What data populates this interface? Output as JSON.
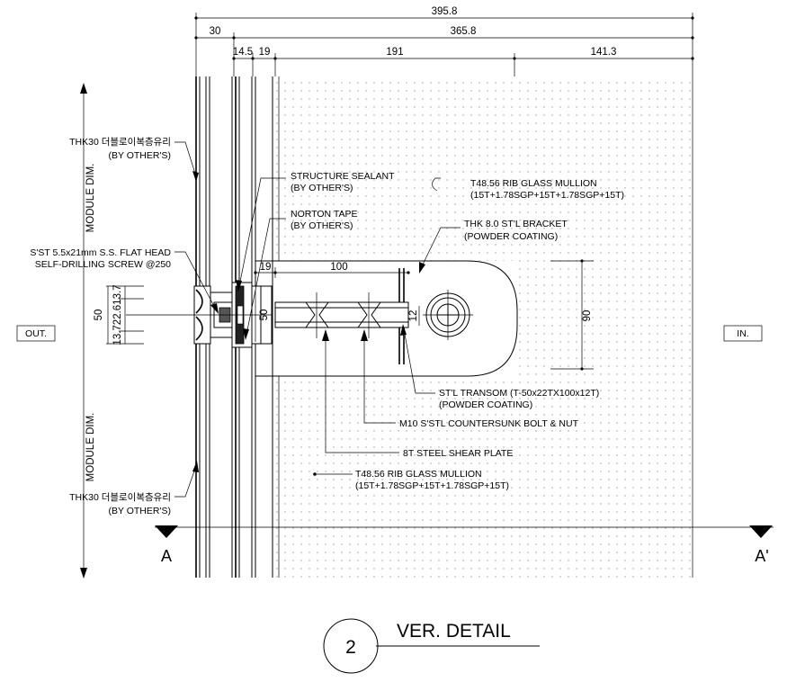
{
  "dimensions": {
    "overall": "395.8",
    "outer": "30",
    "inner": "365.8",
    "d_14_5": "14.5",
    "d_19": "19",
    "d_191": "191",
    "d_141_3": "141.3",
    "bracket_19": "19",
    "bracket_100": "100",
    "left_50": "50",
    "left_stack": "13.722.613.7",
    "joint_50": "50",
    "bolt_12": "12",
    "height_90": "90",
    "module_top": "MODULE DIM.",
    "module_bottom": "MODULE DIM."
  },
  "callouts": {
    "glass_top_1": "THK30 더블로이복층유리",
    "glass_top_2": "(BY OTHER'S)",
    "screw_1": "S'ST 5.5x21mm S.S. FLAT HEAD",
    "screw_2": "SELF-DRILLING SCREW @250",
    "sealant_1": "STRUCTURE SEALANT",
    "sealant_2": "(BY OTHER'S)",
    "tape_1": "NORTON TAPE",
    "tape_2": "(BY OTHER'S)",
    "mullion_top_1": "T48.56 RIB GLASS MULLION",
    "mullion_top_2": "(15T+1.78SGP+15T+1.78SGP+15T)",
    "bracket_1": "THK 8.0 ST'L BRACKET",
    "bracket_2": "(POWDER COATING)",
    "transom_1": "ST'L TRANSOM (T-50x22TX100x12T)",
    "transom_2": "(POWDER COATING)",
    "bolt": "M10 S'STL COUNTERSUNK BOLT & NUT",
    "plate": "8T STEEL SHEAR PLATE",
    "mullion_bot_1": "T48.56 RIB GLASS MULLION",
    "mullion_bot_2": "(15T+1.78SGP+15T+1.78SGP+15T)",
    "glass_bot_1": "THK30 더블로이복층유리",
    "glass_bot_2": "(BY OTHER'S)"
  },
  "side_labels": {
    "out": "OUT.",
    "in": "IN."
  },
  "section": {
    "left": "A",
    "right": "A'"
  },
  "title": {
    "number": "2",
    "text": "VER. DETAIL"
  }
}
